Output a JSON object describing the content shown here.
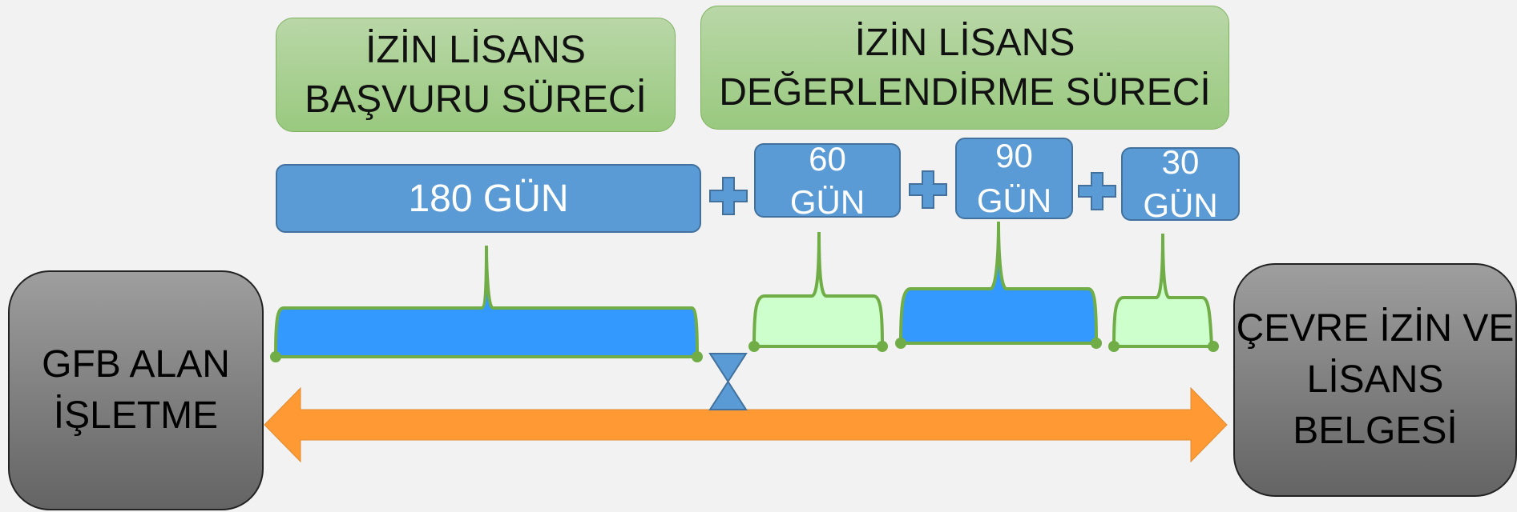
{
  "headers": {
    "application": {
      "line1": "İZİN LİSANS",
      "line2": "BAŞVURU SÜRECİ"
    },
    "evaluation": {
      "line1": "İZİN LİSANS",
      "line2": "DEĞERLENDİRME SÜRECİ"
    }
  },
  "durations": {
    "d180": "180 GÜN",
    "d60": {
      "num": "60",
      "unit": "GÜN"
    },
    "d90": {
      "num": "90",
      "unit": "GÜN"
    },
    "d30": {
      "num": "30",
      "unit": "GÜN"
    }
  },
  "start": {
    "line1": "GFB ALAN",
    "line2": "İŞLETME"
  },
  "end": {
    "line1": "ÇEVRE İZİN VE",
    "line2": "LİSANS",
    "line3": "BELGESİ"
  },
  "colors": {
    "header_green": "#a9d18e",
    "duration_blue": "#5b9bd5",
    "brace_blue": "#3399ff",
    "brace_light_green": "#ccffcc",
    "brace_outline": "#70ad47",
    "arrow_orange": "#ff9933",
    "terminal_gray": "#808080"
  },
  "icons": [
    "plus-icon",
    "hourglass-icon",
    "double-arrow"
  ]
}
